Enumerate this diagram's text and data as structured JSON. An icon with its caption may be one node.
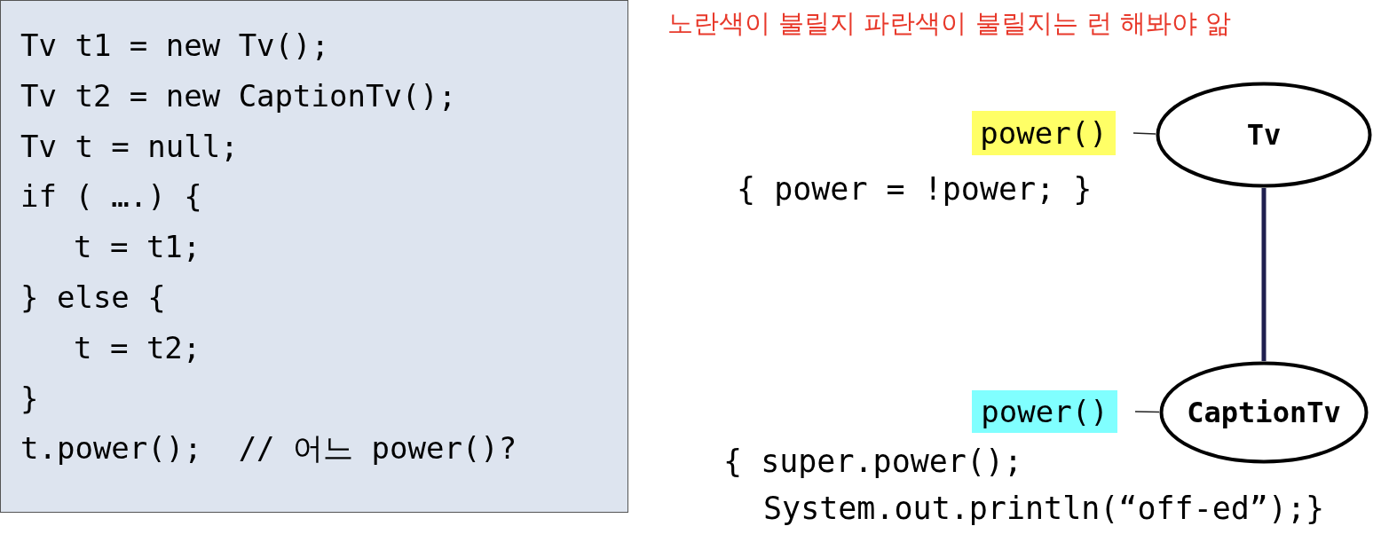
{
  "diagram": {
    "nodes": [
      {
        "text": [
          "Tv t1 = new Tv();",
          "Tv t2 = new CaptionTv();",
          "Tv t = null;",
          "if ( ….) {",
          "t = t1;",
          "} else {",
          "t = t2;",
          "}",
          "t.power();  // 어느 power()?"
        ]
      },
      {
        "text": [
          "power()"
        ],
        "beside": [
          "{ power = !power; }"
        ]
      },
      {
        "text": [
          "Tv"
        ]
      },
      {
        "text": [
          "power()"
        ],
        "beside": [
          "{ super.power();",
          "System.out.println(“off-ed”);}"
        ]
      },
      {
        "text": [
          "CaptionTv"
        ]
      }
    ],
    "edges": [
      {
        "from": 1,
        "to": 2,
        "arrow": "none"
      },
      {
        "from": 2,
        "to": 4,
        "arrow": "none",
        "style": "thick",
        "color": "#1f1f4f"
      },
      {
        "from": 3,
        "to": 4,
        "arrow": "none"
      }
    ],
    "labels": [
      "노란색이 불릴지 파란색이 불릴지는 런 해봐야 앎"
    ]
  }
}
